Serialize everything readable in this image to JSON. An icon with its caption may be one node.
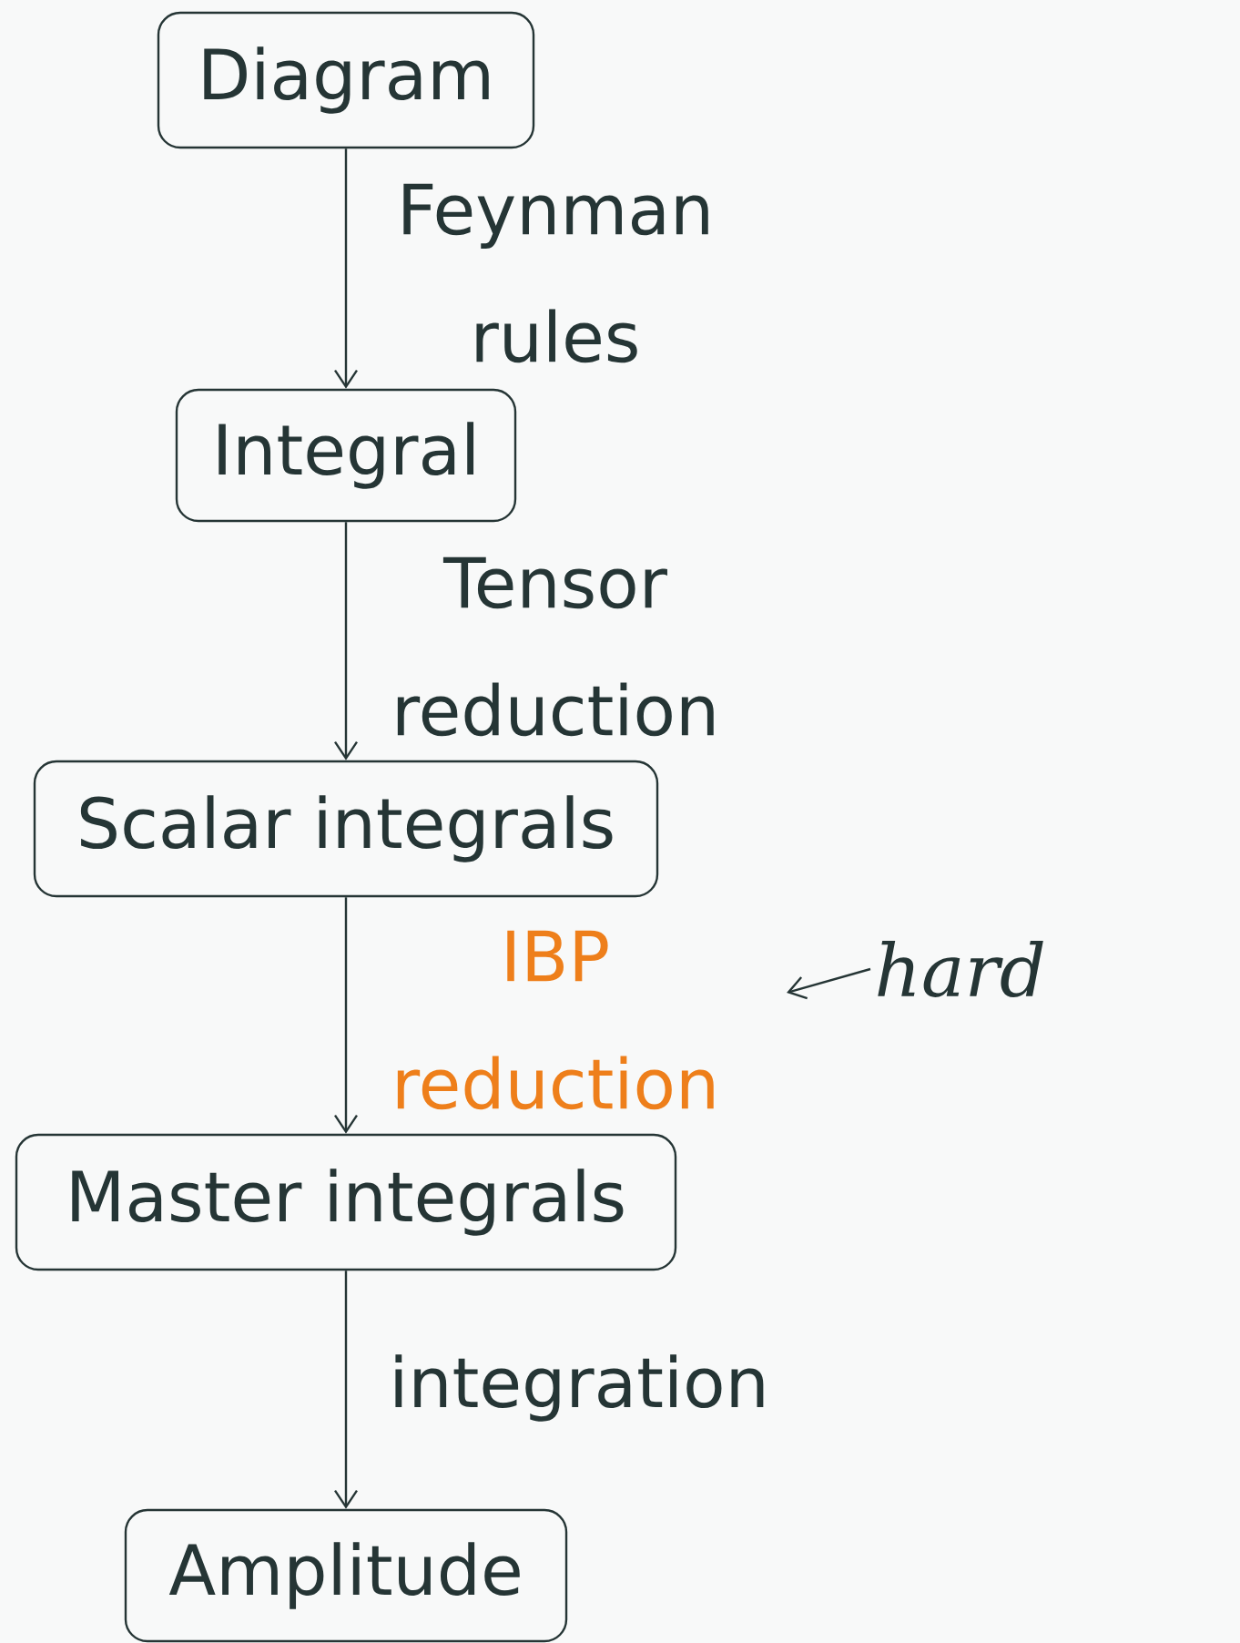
{
  "diagram": {
    "nodes": [
      {
        "text": [
          "Diagram"
        ]
      },
      {
        "text": [
          "Integral"
        ]
      },
      {
        "text": [
          "Scalar integrals"
        ]
      },
      {
        "text": [
          "Master integrals"
        ]
      },
      {
        "text": [
          "Amplitude"
        ]
      },
      {
        "text": [
          "hard"
        ]
      }
    ],
    "edges": [
      {
        "from": 0,
        "to": 1,
        "arrow": "to",
        "label": "Feynman rules"
      },
      {
        "from": 1,
        "to": 2,
        "arrow": "to",
        "label": "Tensor reduction"
      },
      {
        "from": 2,
        "to": 3,
        "arrow": "to",
        "label": "IBP reduction"
      },
      {
        "from": 3,
        "to": 4,
        "arrow": "to",
        "label": "integration"
      },
      {
        "from": 5,
        "to": null,
        "arrow": "to"
      }
    ]
  }
}
